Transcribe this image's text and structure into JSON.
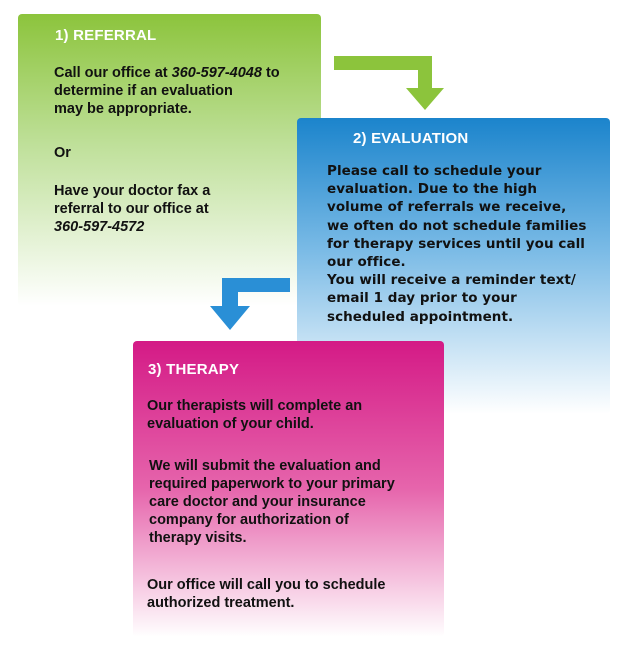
{
  "colors": {
    "referral": "#8cc43c",
    "evaluation": "#1b84cc",
    "therapy": "#d41a86",
    "arrow_green": "#8cc43c",
    "arrow_blue": "#2a8fd6"
  },
  "steps": {
    "referral": {
      "title": "1) REFERRAL",
      "line1_prefix": "Call our office at ",
      "phone": "360-597-4048",
      "line1_suffix": " to",
      "line2": "determine if an evaluation",
      "line3": "may be appropriate.",
      "or": "Or",
      "fax_line1": "Have your doctor fax a",
      "fax_line2": "referral to our office at",
      "fax_number": "360-597-4572"
    },
    "evaluation": {
      "title": "2) EVALUATION",
      "lines": [
        "Please call to schedule your",
        "evaluation.  Due to the high",
        "volume of referrals we receive,",
        "we often do not schedule families",
        "for therapy services until you call",
        "our office.",
        "You will receive a reminder text/",
        "email 1 day prior to your",
        "scheduled appointment."
      ]
    },
    "therapy": {
      "title": "3) THERAPY",
      "para1": [
        "Our therapists will complete an",
        "evaluation of your child."
      ],
      "para2": [
        "We will submit the evaluation and",
        "required paperwork to your primary",
        "care doctor and your insurance",
        "company for authorization of",
        "therapy visits."
      ],
      "para3": [
        "Our office will call you to schedule",
        "authorized treatment."
      ]
    }
  },
  "icons": {
    "arrow1": "bent-arrow-right-down",
    "arrow2": "bent-arrow-left-down"
  }
}
